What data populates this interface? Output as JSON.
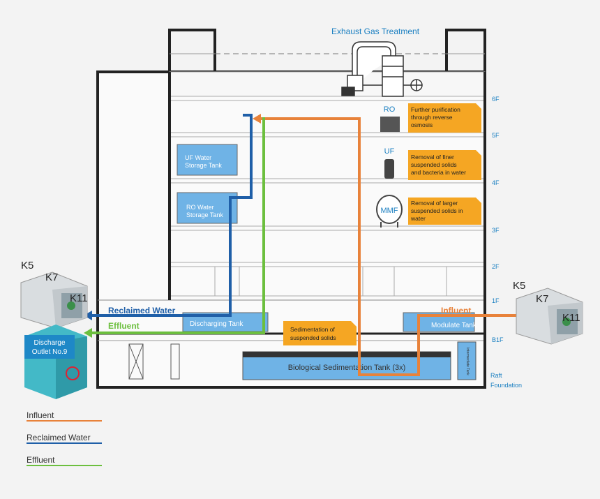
{
  "title": "Exhaust Gas Treatment",
  "floors": [
    "6F",
    "5F",
    "4F",
    "3F",
    "2F",
    "1F",
    "B1F",
    "Raft Foundation"
  ],
  "equipment": {
    "ro": {
      "label": "RO",
      "note_lines": [
        "Further purification",
        "through reverse",
        "osmosis"
      ]
    },
    "uf": {
      "label": "UF",
      "note_lines": [
        "Removal of finer",
        "suspended solids",
        "and bacteria in water"
      ]
    },
    "mmf": {
      "label": "MMF",
      "note_lines": [
        "Removal of larger",
        "suspended solids in",
        "water"
      ]
    }
  },
  "tanks": {
    "uf_storage": [
      "UF Water",
      "Storage Tank"
    ],
    "ro_storage": [
      "RO Water",
      "Storage Tank"
    ],
    "discharging": "Discharging Tank",
    "modulate": "Modulate Tank",
    "bio_sed": "Biological Sedimentation Tank (3x)",
    "intermediate": "Intermediate Tank",
    "sedimentation_note": [
      "Sedimentation of",
      "suspended solids"
    ]
  },
  "flows": {
    "reclaimed": "Reclaimed Water",
    "effluent": "Effluent",
    "influent": "Influent"
  },
  "left_buildings": {
    "k5": "K5",
    "k7": "K7",
    "k11": "K11"
  },
  "right_buildings": {
    "k5": "K5",
    "k7": "K7",
    "k11": "K11"
  },
  "outlet": [
    "Discharge",
    "Outlet No.9"
  ],
  "legend": [
    {
      "label": "Influent",
      "color": "#e8823a"
    },
    {
      "label": "Reclaimed Water",
      "color": "#1f5fa8"
    },
    {
      "label": "Effluent",
      "color": "#6cbf3e"
    }
  ],
  "colors": {
    "influent": "#e8823a",
    "reclaimed": "#1f5fa8",
    "effluent": "#6cbf3e",
    "note": "#f5a623",
    "tank": "#6fb3e6",
    "blue_text": "#1a7fc1"
  }
}
